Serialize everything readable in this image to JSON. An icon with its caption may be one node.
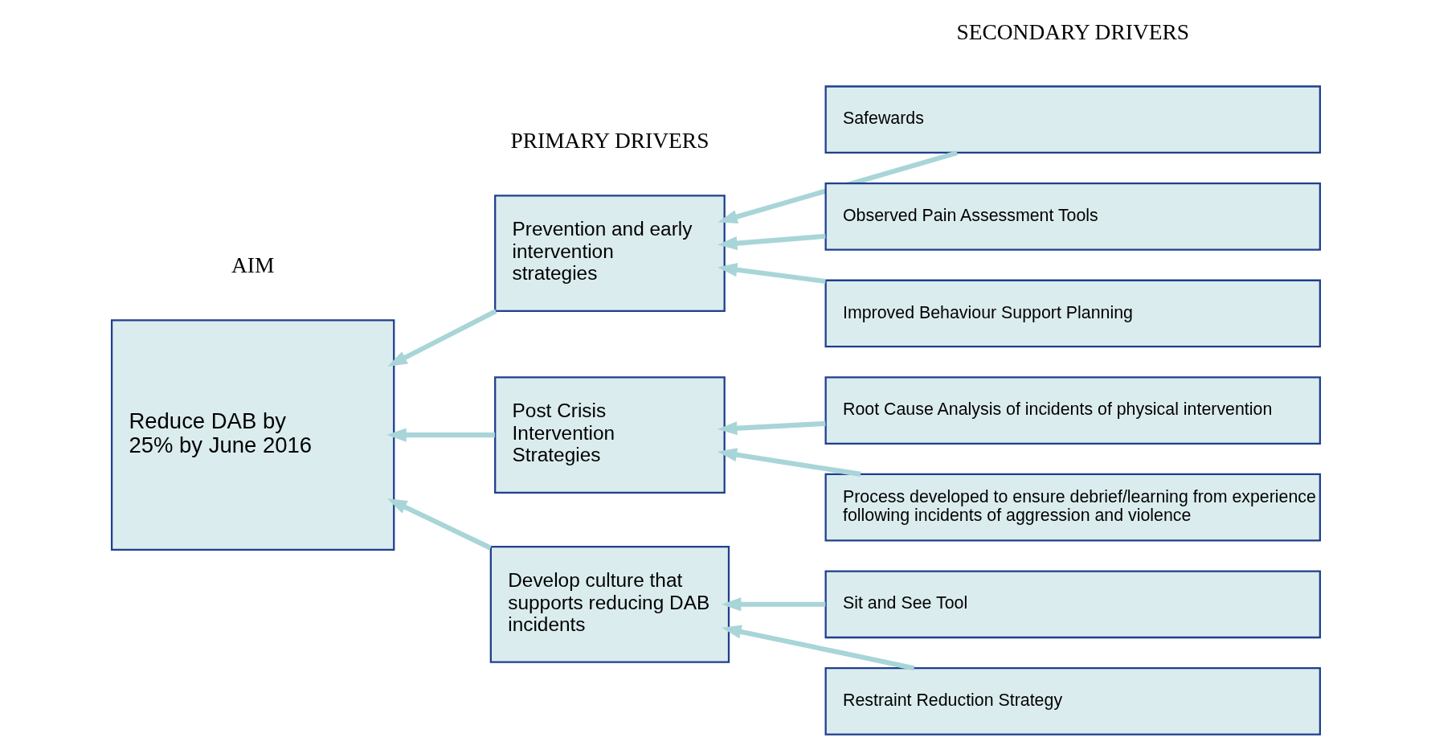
{
  "diagram": {
    "nodes": [
      {
        "text": [
          "Reduce DAB by 25% by June 2016"
        ]
      },
      {
        "text": [
          "Prevention and early intervention strategies"
        ]
      },
      {
        "text": [
          "Post Crisis Intervention Strategies"
        ]
      },
      {
        "text": [
          "Develop culture that supports reducing DAB incidents"
        ]
      },
      {
        "text": [
          "Safewards"
        ]
      },
      {
        "text": [
          "Observed Pain Assessment Tools"
        ]
      },
      {
        "text": [
          "Improved Behaviour Support Planning"
        ]
      },
      {
        "text": [
          "Root Cause Analysis of incidents of physical intervention"
        ]
      },
      {
        "text": [
          "Process developed to ensure debrief/learning from experience following incidents of aggression and violence"
        ]
      },
      {
        "text": [
          "Sit and See Tool"
        ]
      },
      {
        "text": [
          "Restraint Reduction Strategy"
        ]
      }
    ],
    "edges": [
      {
        "from": 1,
        "to": 0,
        "arrow": "to"
      },
      {
        "from": 2,
        "to": 0,
        "arrow": "to"
      },
      {
        "from": 3,
        "to": 0,
        "arrow": "to"
      },
      {
        "from": 4,
        "to": 1,
        "arrow": "to"
      },
      {
        "from": 5,
        "to": 1,
        "arrow": "to"
      },
      {
        "from": 6,
        "to": 1,
        "arrow": "to"
      },
      {
        "from": 7,
        "to": 2,
        "arrow": "to"
      },
      {
        "from": 8,
        "to": 2,
        "arrow": "to"
      },
      {
        "from": 9,
        "to": 3,
        "arrow": "to"
      },
      {
        "from": 10,
        "to": 3,
        "arrow": "to"
      }
    ],
    "labels": [
      "AIM",
      "PRIMARY DRIVERS",
      "SECONDARY DRIVERS"
    ]
  }
}
